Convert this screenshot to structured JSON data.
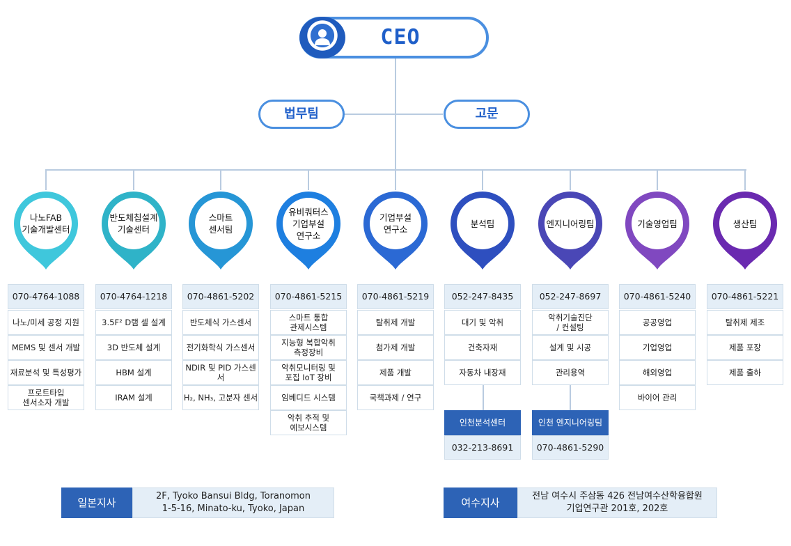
{
  "ceo": {
    "label": "CEO",
    "icon": "person-icon"
  },
  "staff": [
    {
      "label": "법무팀"
    },
    {
      "label": "고문"
    }
  ],
  "teams": [
    {
      "name_lines": [
        "나노FAB",
        "기술개발센터"
      ],
      "color": "#3fc7dc",
      "phone": "070-4764-1088",
      "items": [
        "나노/미세 공정 지원",
        "MEMS 및 센서 개발",
        "재료분석 및 특성평가",
        "프로트타입\n센서소자 개발"
      ]
    },
    {
      "name_lines": [
        "반도체칩설계",
        "기술센터"
      ],
      "color": "#2fb3c8",
      "phone": "070-4764-1218",
      "items": [
        "3.5F² D램 셀 설계",
        "3D 반도체 설계",
        "HBM 설계",
        "IRAM 설계"
      ]
    },
    {
      "name_lines": [
        "스마트",
        "센서팀"
      ],
      "color": "#2696d6",
      "phone": "070-4861-5202",
      "items": [
        "반도체식 가스센서",
        "전기화학식 가스센서",
        "NDIR 및 PID 가스센서",
        "H₂, NH₃, 고분자 센서"
      ]
    },
    {
      "name_lines": [
        "유비쿼터스",
        "기업부설",
        "연구소"
      ],
      "color": "#1e7fe0",
      "phone": "070-4861-5215",
      "items": [
        "스마트 통합\n관제시스템",
        "지능형 복합악취\n측정장비",
        "악취모니터링 및\n포집 IoT 장비",
        "임베디드 시스템",
        "악취 추적 및\n예보시스템"
      ]
    },
    {
      "name_lines": [
        "기업부설",
        "연구소"
      ],
      "color": "#2b69d4",
      "phone": "070-4861-5219",
      "items": [
        "탈취제 개발",
        "첨가제 개발",
        "제품 개발",
        "국책과제 / 연구"
      ]
    },
    {
      "name_lines": [
        "분석팀"
      ],
      "color": "#2e4fbf",
      "phone": "052-247-8435",
      "items": [
        "대기 및 악취",
        "건축자재",
        "자동차 내장재"
      ],
      "sub": {
        "label": "인천분석센터",
        "phone": "032-213-8691"
      }
    },
    {
      "name_lines": [
        "엔지니어링팀"
      ],
      "color": "#4a47b6",
      "phone": "052-247-8697",
      "items": [
        "악취기술진단\n/ 컨설팅",
        "설계 및 시공",
        "관리용역"
      ],
      "sub": {
        "label": "인천 엔지니어링팀",
        "phone": "070-4861-5290"
      }
    },
    {
      "name_lines": [
        "기술영업팀"
      ],
      "color": "#8048c0",
      "phone": "070-4861-5240",
      "items": [
        "공공영업",
        "기업영업",
        "해외영업",
        "바이어 관리"
      ]
    },
    {
      "name_lines": [
        "생산팀"
      ],
      "color": "#6a2ab0",
      "phone": "070-4861-5221",
      "items": [
        "탈취제 제조",
        "제품 포장",
        "제품 출하"
      ]
    }
  ],
  "branches": [
    {
      "label": "일본지사",
      "address_lines": [
        "2F, Tyoko Bansui Bldg, Toranomon",
        "1-5-16, Minato-ku, Tyoko, Japan"
      ]
    },
    {
      "label": "여수지사",
      "address_lines": [
        "전남 여수시 주삼동 426 전남여수산학융합원",
        "기업연구관 201호, 202호"
      ]
    }
  ]
}
